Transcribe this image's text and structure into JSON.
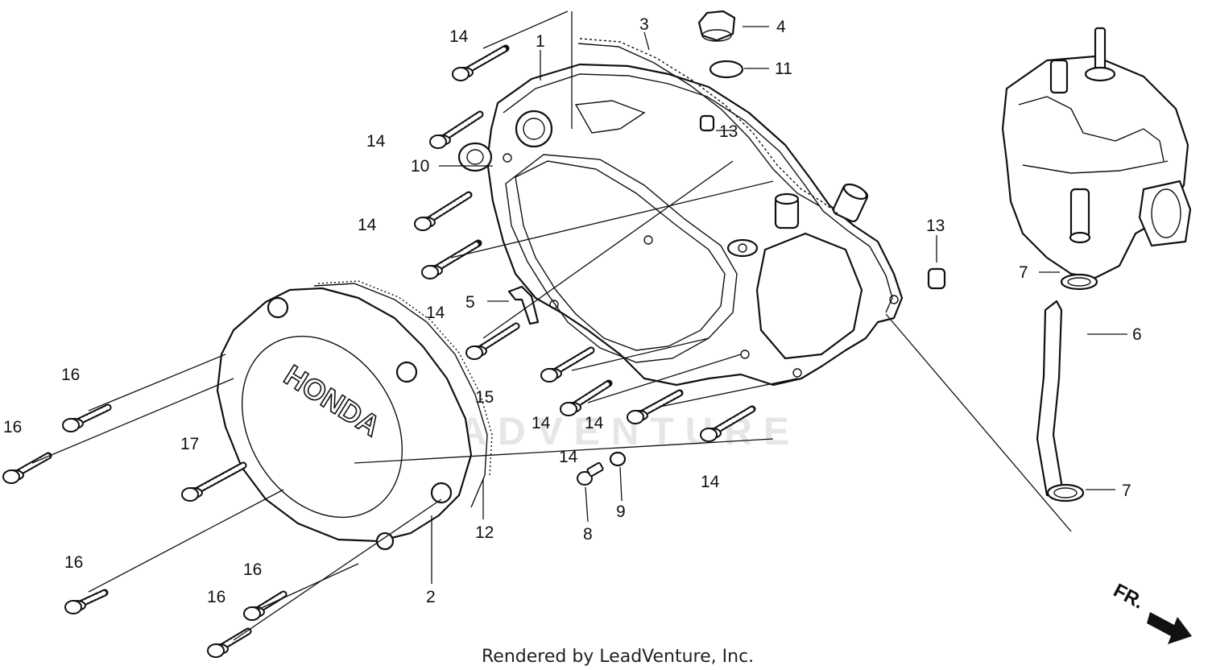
{
  "diagram": {
    "watermark": "LEADVENTURE",
    "footer": "Rendered by LeadVenture, Inc.",
    "cover_logo": "HONDA",
    "direction_label": "FR.",
    "callouts": [
      {
        "id": "c1",
        "label": "1"
      },
      {
        "id": "c2",
        "label": "2"
      },
      {
        "id": "c3",
        "label": "3"
      },
      {
        "id": "c4",
        "label": "4"
      },
      {
        "id": "c5",
        "label": "5"
      },
      {
        "id": "c6",
        "label": "6"
      },
      {
        "id": "c7a",
        "label": "7"
      },
      {
        "id": "c7b",
        "label": "7"
      },
      {
        "id": "c8",
        "label": "8"
      },
      {
        "id": "c9",
        "label": "9"
      },
      {
        "id": "c10",
        "label": "10"
      },
      {
        "id": "c11",
        "label": "11"
      },
      {
        "id": "c12",
        "label": "12"
      },
      {
        "id": "c13a",
        "label": "13"
      },
      {
        "id": "c13b",
        "label": "13"
      },
      {
        "id": "c14a",
        "label": "14"
      },
      {
        "id": "c14b",
        "label": "14"
      },
      {
        "id": "c14c",
        "label": "14"
      },
      {
        "id": "c14d",
        "label": "14"
      },
      {
        "id": "c14e",
        "label": "14"
      },
      {
        "id": "c14f",
        "label": "14"
      },
      {
        "id": "c14g",
        "label": "14"
      },
      {
        "id": "c14h",
        "label": "14"
      },
      {
        "id": "c15",
        "label": "15"
      },
      {
        "id": "c16a",
        "label": "16"
      },
      {
        "id": "c16b",
        "label": "16"
      },
      {
        "id": "c16c",
        "label": "16"
      },
      {
        "id": "c16d",
        "label": "16"
      },
      {
        "id": "c16e",
        "label": "16"
      },
      {
        "id": "c17",
        "label": "17"
      }
    ]
  }
}
